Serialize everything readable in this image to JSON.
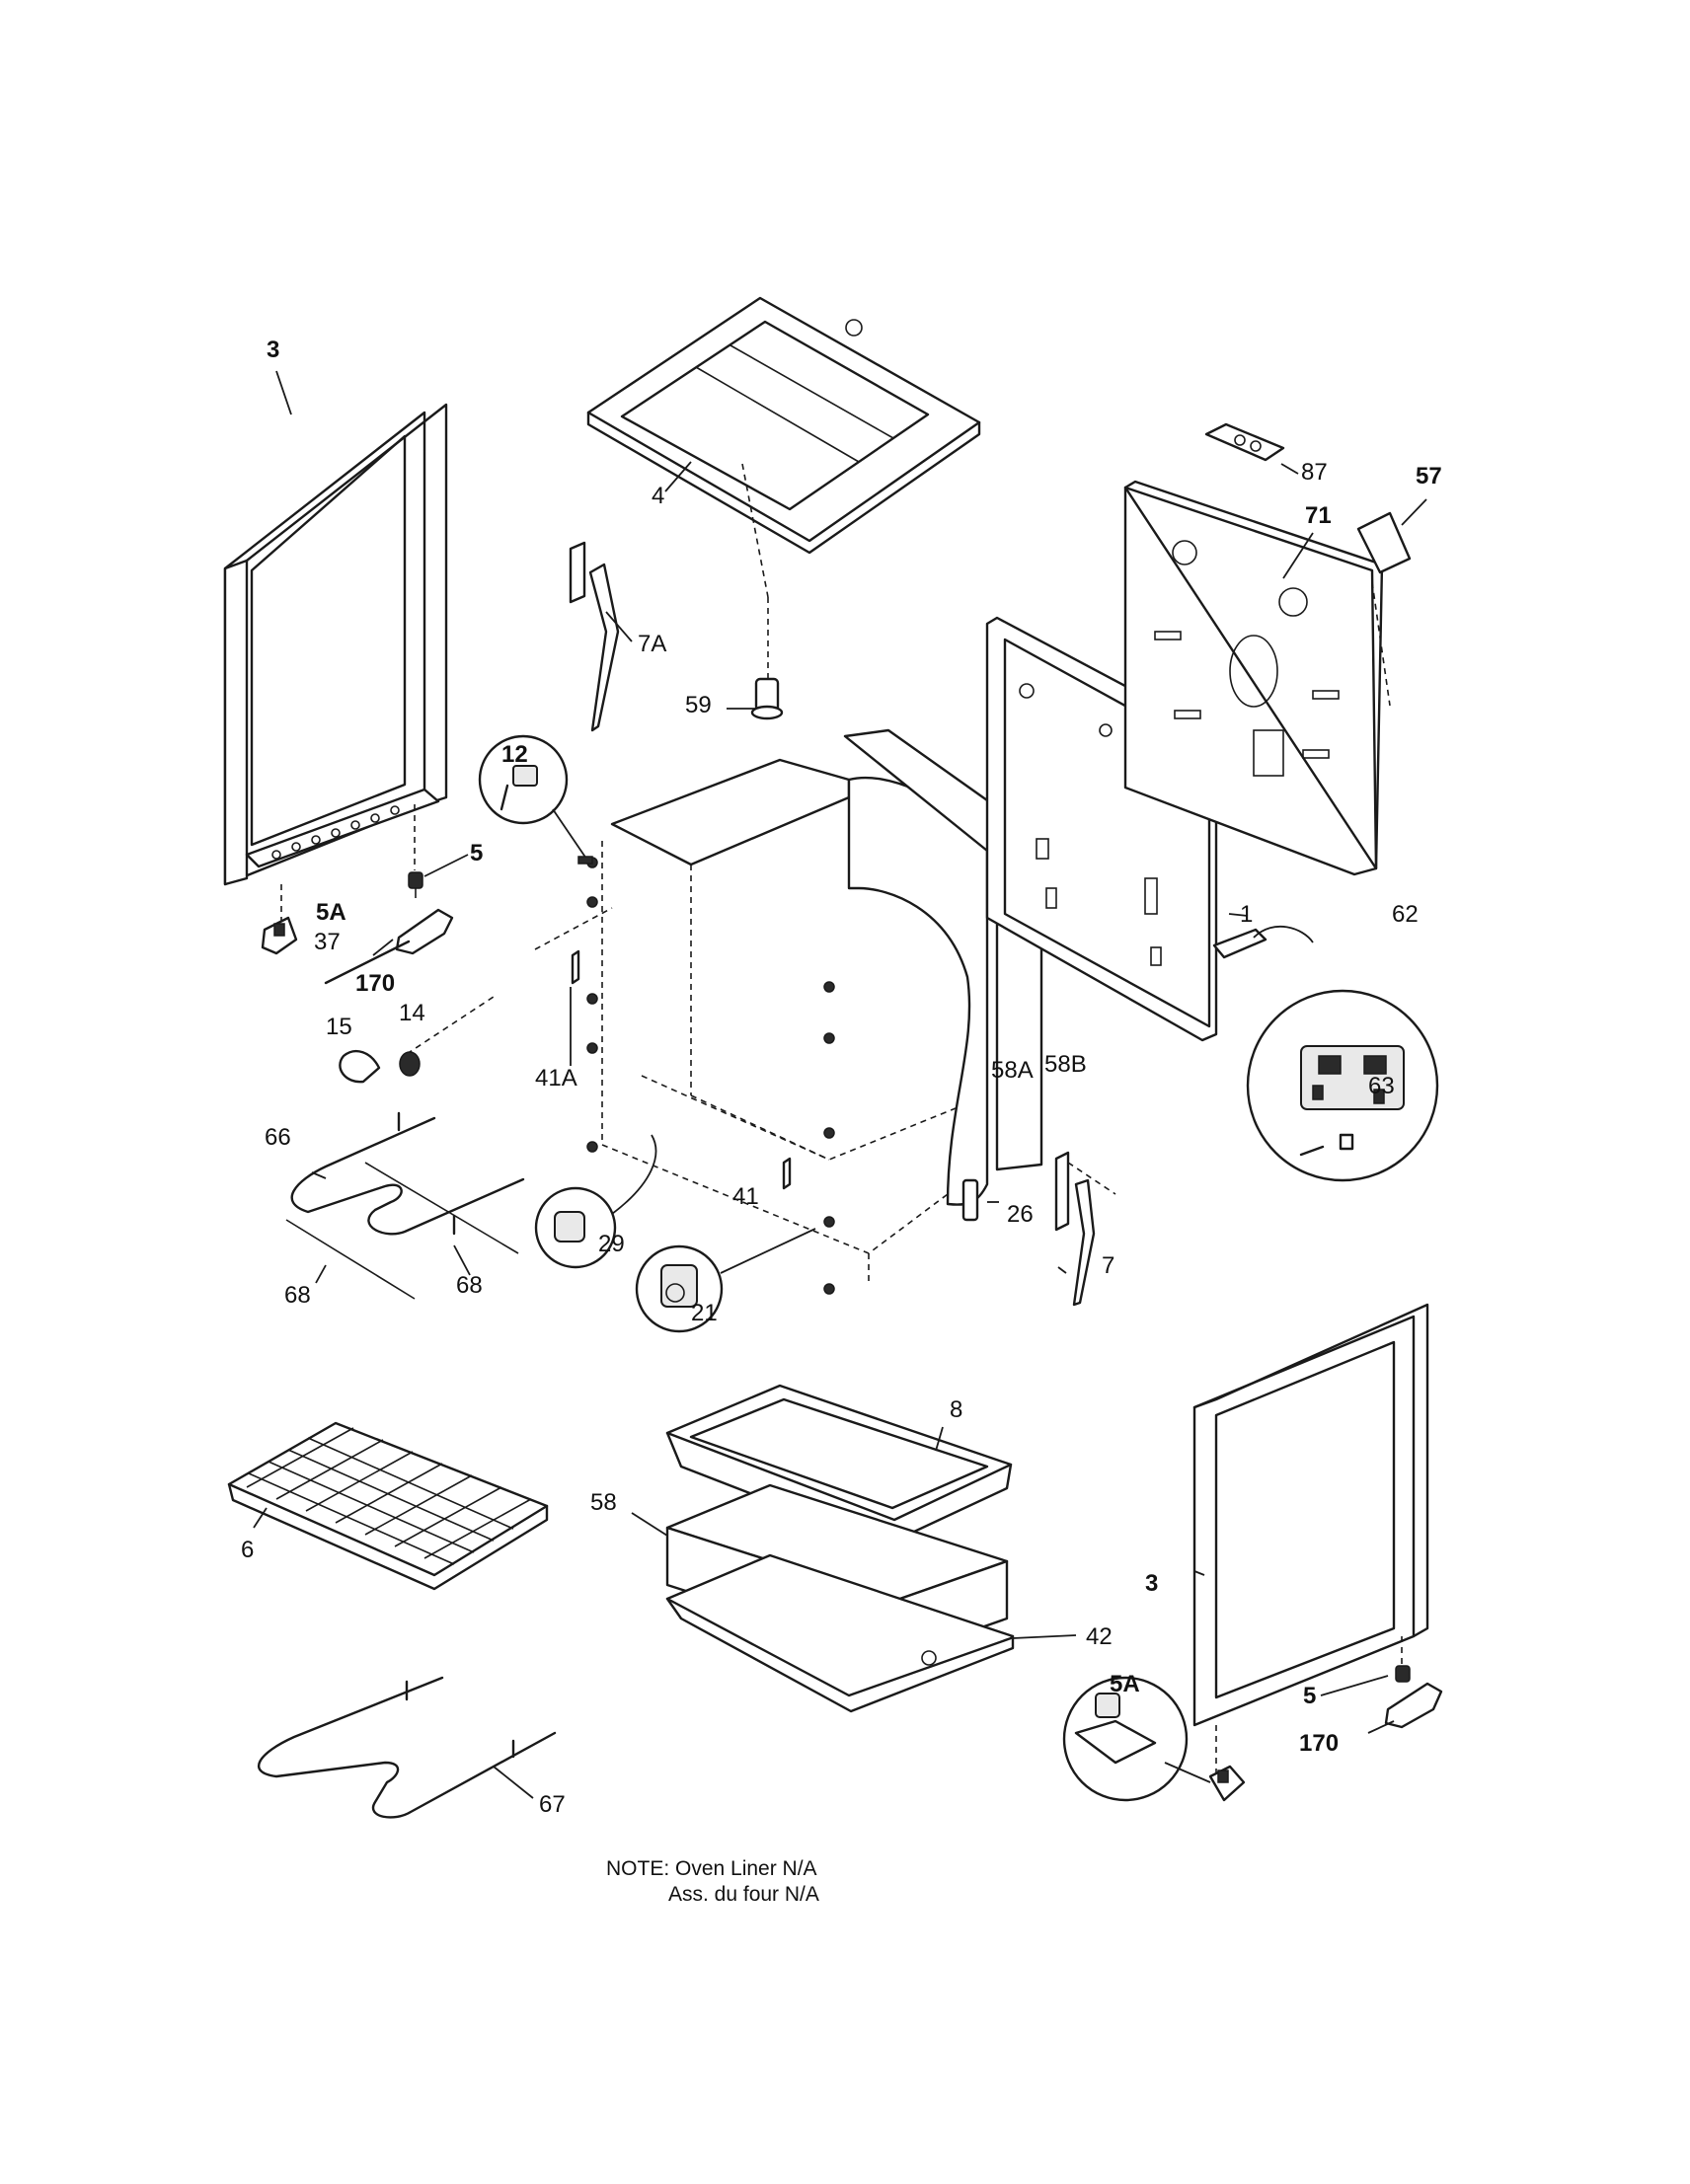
{
  "labels": {
    "l_3a": "3",
    "l_4": "4",
    "l_87": "87",
    "l_57": "57",
    "l_71": "71",
    "l_7a": "7A",
    "l_59": "59",
    "l_12": "12",
    "l_5a": "5",
    "l_5aA": "5A",
    "l_37": "37",
    "l_170a": "170",
    "l_14": "14",
    "l_15": "15",
    "l_1": "1",
    "l_62": "62",
    "l_63": "63",
    "l_41a": "41A",
    "l_58a": "58A",
    "l_58b": "58B",
    "l_66": "66",
    "l_68a": "68",
    "l_68b": "68",
    "l_29": "29",
    "l_41": "41",
    "l_26": "26",
    "l_7": "7",
    "l_21": "21",
    "l_8": "8",
    "l_6": "6",
    "l_58": "58",
    "l_42": "42",
    "l_3b": "3",
    "l_5AB": "5A",
    "l_5b": "5",
    "l_170b": "170",
    "l_67": "67"
  },
  "note": {
    "line1": "NOTE: Oven Liner N/A",
    "line2": "Ass. du four N/A"
  }
}
